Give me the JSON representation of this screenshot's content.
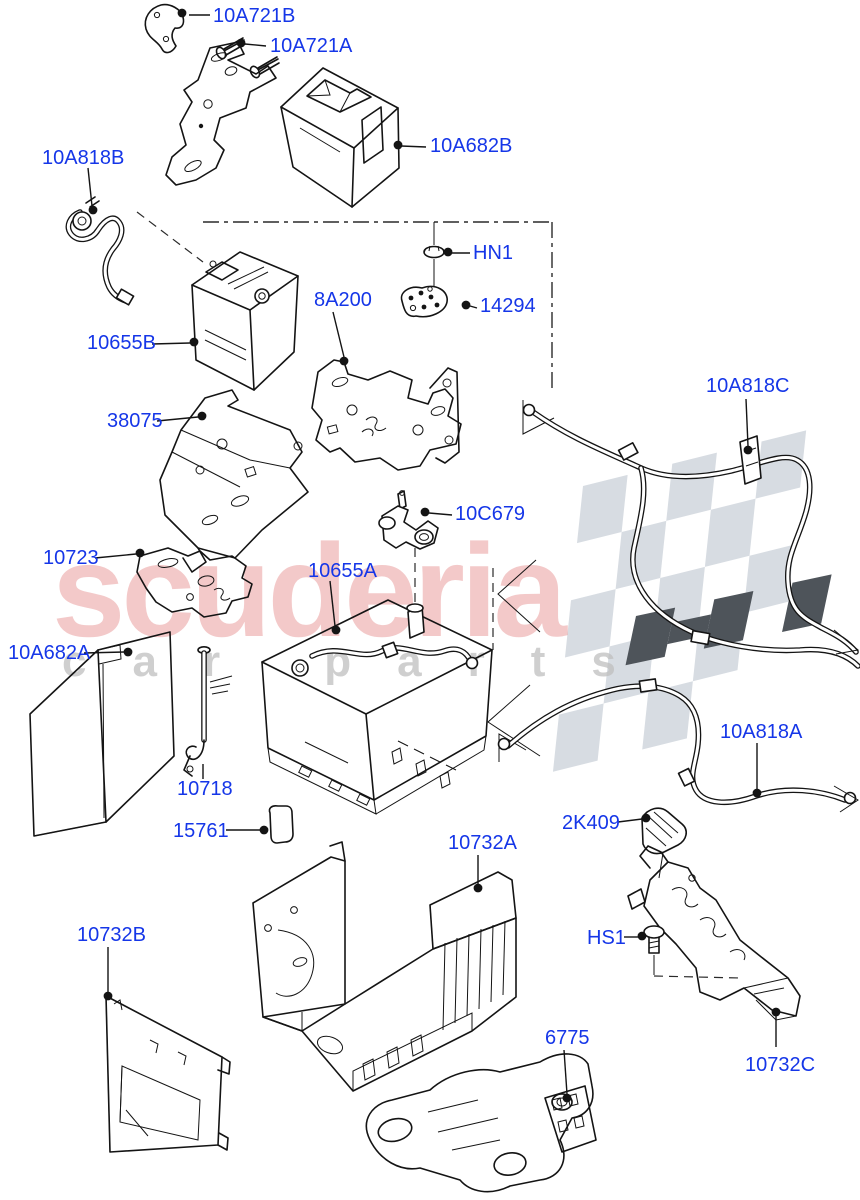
{
  "diagram": {
    "description": "Exploded parts diagram - battery and mountings",
    "watermark": {
      "brand": "scuderia",
      "tagline": "car parts"
    },
    "colors": {
      "label_blue": "#1536e8",
      "line_black": "#141414",
      "watermark_red": "#d43c3c",
      "watermark_gray": "#bfbfbf",
      "flag_light": "#d7dce2",
      "flag_dark": "#4e545a"
    },
    "labels": [
      {
        "id": "10A721B",
        "text": "10A721B"
      },
      {
        "id": "10A721A",
        "text": "10A721A"
      },
      {
        "id": "10A682B",
        "text": "10A682B"
      },
      {
        "id": "10A818B",
        "text": "10A818B"
      },
      {
        "id": "HN1",
        "text": "HN1"
      },
      {
        "id": "14294",
        "text": "14294"
      },
      {
        "id": "8A200",
        "text": "8A200"
      },
      {
        "id": "10655B",
        "text": "10655B"
      },
      {
        "id": "38075",
        "text": "38075"
      },
      {
        "id": "10A818C",
        "text": "10A818C"
      },
      {
        "id": "10C679",
        "text": "10C679"
      },
      {
        "id": "10723",
        "text": "10723"
      },
      {
        "id": "10655A",
        "text": "10655A"
      },
      {
        "id": "10A682A",
        "text": "10A682A"
      },
      {
        "id": "10718",
        "text": "10718"
      },
      {
        "id": "15761",
        "text": "15761"
      },
      {
        "id": "10732A",
        "text": "10732A"
      },
      {
        "id": "10732B",
        "text": "10732B"
      },
      {
        "id": "2K409",
        "text": "2K409"
      },
      {
        "id": "10A818A",
        "text": "10A818A"
      },
      {
        "id": "HS1",
        "text": "HS1"
      },
      {
        "id": "10732C",
        "text": "10732C"
      },
      {
        "id": "6775",
        "text": "6775"
      }
    ]
  }
}
